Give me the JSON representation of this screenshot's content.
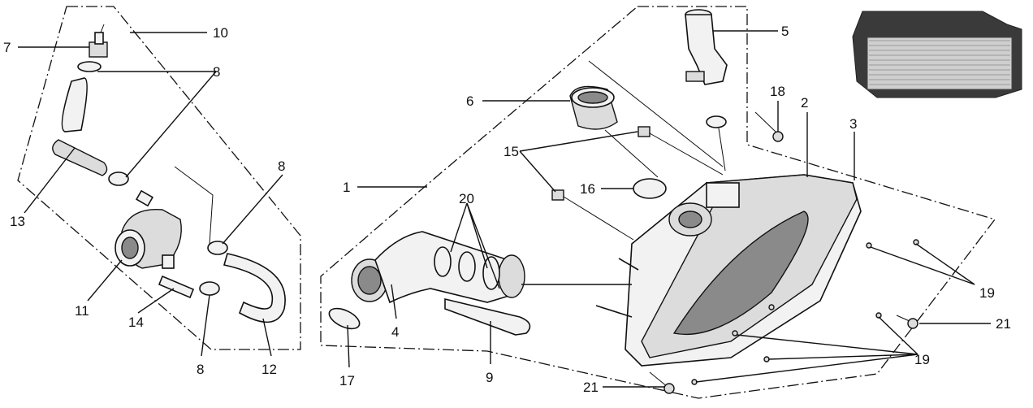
{
  "callouts": [
    {
      "id": "n1",
      "label": "1"
    },
    {
      "id": "n2",
      "label": "2"
    },
    {
      "id": "n3",
      "label": "3"
    },
    {
      "id": "n4",
      "label": "4"
    },
    {
      "id": "n5",
      "label": "5"
    },
    {
      "id": "n6",
      "label": "6"
    },
    {
      "id": "n7",
      "label": "7"
    },
    {
      "id": "n8a",
      "label": "8"
    },
    {
      "id": "n8b",
      "label": "8"
    },
    {
      "id": "n8c",
      "label": "8"
    },
    {
      "id": "n9",
      "label": "9"
    },
    {
      "id": "n10",
      "label": "10"
    },
    {
      "id": "n11",
      "label": "11"
    },
    {
      "id": "n12",
      "label": "12"
    },
    {
      "id": "n13",
      "label": "13"
    },
    {
      "id": "n14",
      "label": "14"
    },
    {
      "id": "n15",
      "label": "15"
    },
    {
      "id": "n16",
      "label": "16"
    },
    {
      "id": "n17",
      "label": "17"
    },
    {
      "id": "n18",
      "label": "18"
    },
    {
      "id": "n19a",
      "label": "19"
    },
    {
      "id": "n19b",
      "label": "19"
    },
    {
      "id": "n20",
      "label": "20"
    },
    {
      "id": "n21a",
      "label": "21"
    },
    {
      "id": "n21b",
      "label": "21"
    }
  ]
}
